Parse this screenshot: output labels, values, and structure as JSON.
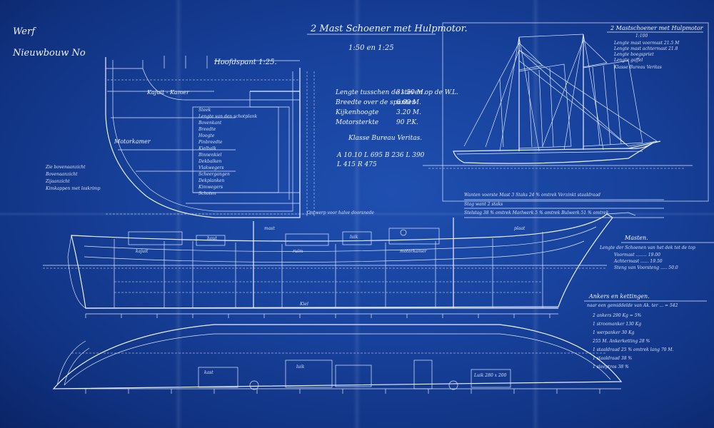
{
  "header": {
    "werf": "Werf",
    "nieuwbouw": "Nieuwbouw No",
    "main_title": "2 Mast Schoener met Hulpmotor.",
    "scale": "1:50 en 1:25"
  },
  "section": {
    "title": "Hoofdspant 1:25.",
    "kajuit": "Kajuit - Kamer",
    "motor": "Motorkamer",
    "caption": "Ontwerp voor halve doorsnede"
  },
  "dimensions": [
    {
      "label": "Lengte tusschen de steven op de W.L.",
      "value": "31.50 M."
    },
    {
      "label": "Breedte over de spanten",
      "value": "6.00 M."
    },
    {
      "label": "Kijkenhoogte",
      "value": "3.20 M."
    },
    {
      "label": "Motorsterkte",
      "value": "90 P.K."
    }
  ],
  "class": "Klasse Bureau Veritas.",
  "formula": [
    "A 10.10  L 695  B 236  L 390",
    "L 415  R 475"
  ],
  "sail_plan": {
    "title": "2 Mastschoener met Hulpmotor",
    "scale": "1:100",
    "specs": [
      "Lengte mast voormast 21.5 M",
      "Lengte mast achtermast 21.8",
      "Lengte boegspriet",
      "Lengte gaffel",
      "Klasse Bureau Veritas"
    ],
    "note1": "Wanten voorste Mast 3 Staks 24 % omtrek Verzinkt staaldraad",
    "note2": "Stag want   2 staks",
    "note3": "Stelstag   38 % omtrek   Marlwerk 5 % omtrek   Bulwerk 51 % omtrek"
  },
  "left_notes": [
    "Zie bovenaanzicht",
    "Bovenaanzicht",
    "Zijaanzicht",
    "Kimkappen met loskrimp"
  ],
  "midship_notes": [
    "Steek",
    "Lengte van den schotplank",
    "Bovenkant",
    "Breedte",
    "Hoogte",
    "Pinbreedte",
    "Kielbalk",
    "Binnenkiel",
    "Dekbalken",
    "Vlakwegers",
    "Scheergangen",
    "Dekplanken",
    "Kimwegers",
    "Schoten"
  ],
  "profile_labels": {
    "hold": "ruim",
    "hout": "hout",
    "kajuit": "kajuit",
    "motorkamer": "motorkamer",
    "luik": "luik",
    "plaat": "plaat",
    "mast": "mast",
    "onderdek": "Kiel"
  },
  "masten": {
    "title": "Masten.",
    "lines": [
      "Lengte der Schoenen van het dek tot de top",
      "Voormast ........ 19.00",
      "Achtermast ...... 19.50",
      "Steng van Voorsteng ..... 50.0"
    ]
  },
  "ankers": {
    "title": "Ankers en kettingen.",
    "subtitle": "naar een gemiddelde van Ak. ter ... = 542",
    "lines": [
      "2 ankers  290 Kg  = 5%",
      "1 stroomanker  130 Kg",
      "1 werpanker  30 Kg",
      "255 M. Ankerketting  28 % ",
      "1 staaldraad  25 % omtrek  lang 70 M.",
      "1 staaldraad  38 %",
      "1 sleeptros  38 %"
    ]
  },
  "plan_labels": [
    "kast",
    "luik",
    "Luik 280 x 200"
  ],
  "colors": {
    "paper": "#17419b",
    "ink": "#eaf0ff"
  }
}
